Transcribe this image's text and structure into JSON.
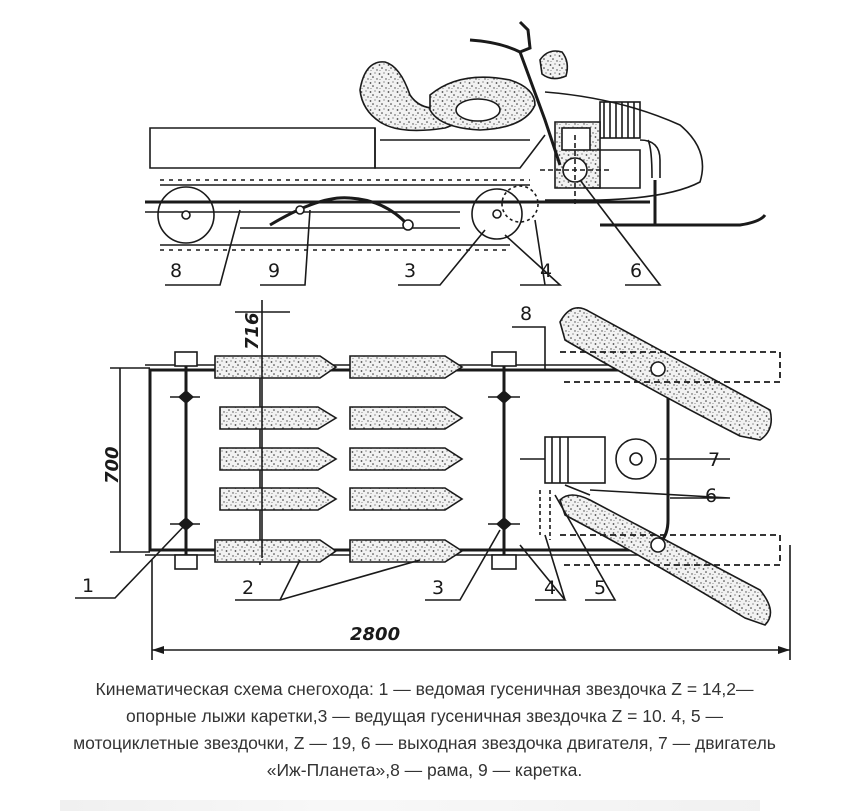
{
  "labels": {
    "side": [
      "8",
      "9",
      "3",
      "4",
      "6"
    ],
    "top": [
      "1",
      "2",
      "3",
      "4",
      "5",
      "6",
      "7",
      "8"
    ]
  },
  "dimensions": {
    "d716": "716",
    "d700": "700",
    "d2800": "2800"
  },
  "caption": {
    "line1": "Кинематическая схема снегохода: 1 — ведомая гусеничная звездочка Z = 14,2—",
    "line2": "опорные лыжи каретки,3 — ведущая гусеничная звездочка Z = 10. 4, 5 —",
    "line3": "мотоциклетные звездочки, Z — 19, 6 — выходная звездочка двигателя, 7 — двигатель",
    "line4": "«Иж-Планета»,8 — рама, 9 — каретка."
  }
}
